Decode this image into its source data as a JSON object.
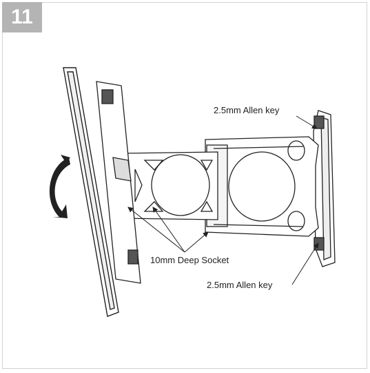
{
  "step": {
    "number": "11"
  },
  "callouts": {
    "allen_key_top": "2.5mm Allen key",
    "allen_key_bottom": "2.5mm Allen key",
    "socket": "10mm Deep Socket"
  },
  "colors": {
    "badge": "#b4b4b4",
    "border": "#d2d2d2",
    "line": "#222222"
  }
}
